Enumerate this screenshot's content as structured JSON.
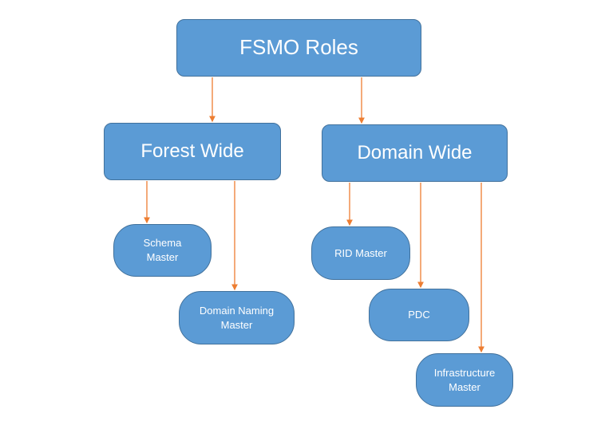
{
  "diagram": {
    "root": {
      "label": "FSMO Roles"
    },
    "groups": [
      {
        "label": "Forest Wide",
        "roles": [
          "Schema\nMaster",
          "Domain Naming\nMaster"
        ]
      },
      {
        "label": "Domain Wide",
        "roles": [
          "RID Master",
          "PDC",
          "Infrastructure\nMaster"
        ]
      }
    ]
  },
  "colors": {
    "node_fill": "#5b9bd5",
    "node_border": "#41719c",
    "node_text": "#ffffff",
    "connector": "#ed7d31"
  }
}
